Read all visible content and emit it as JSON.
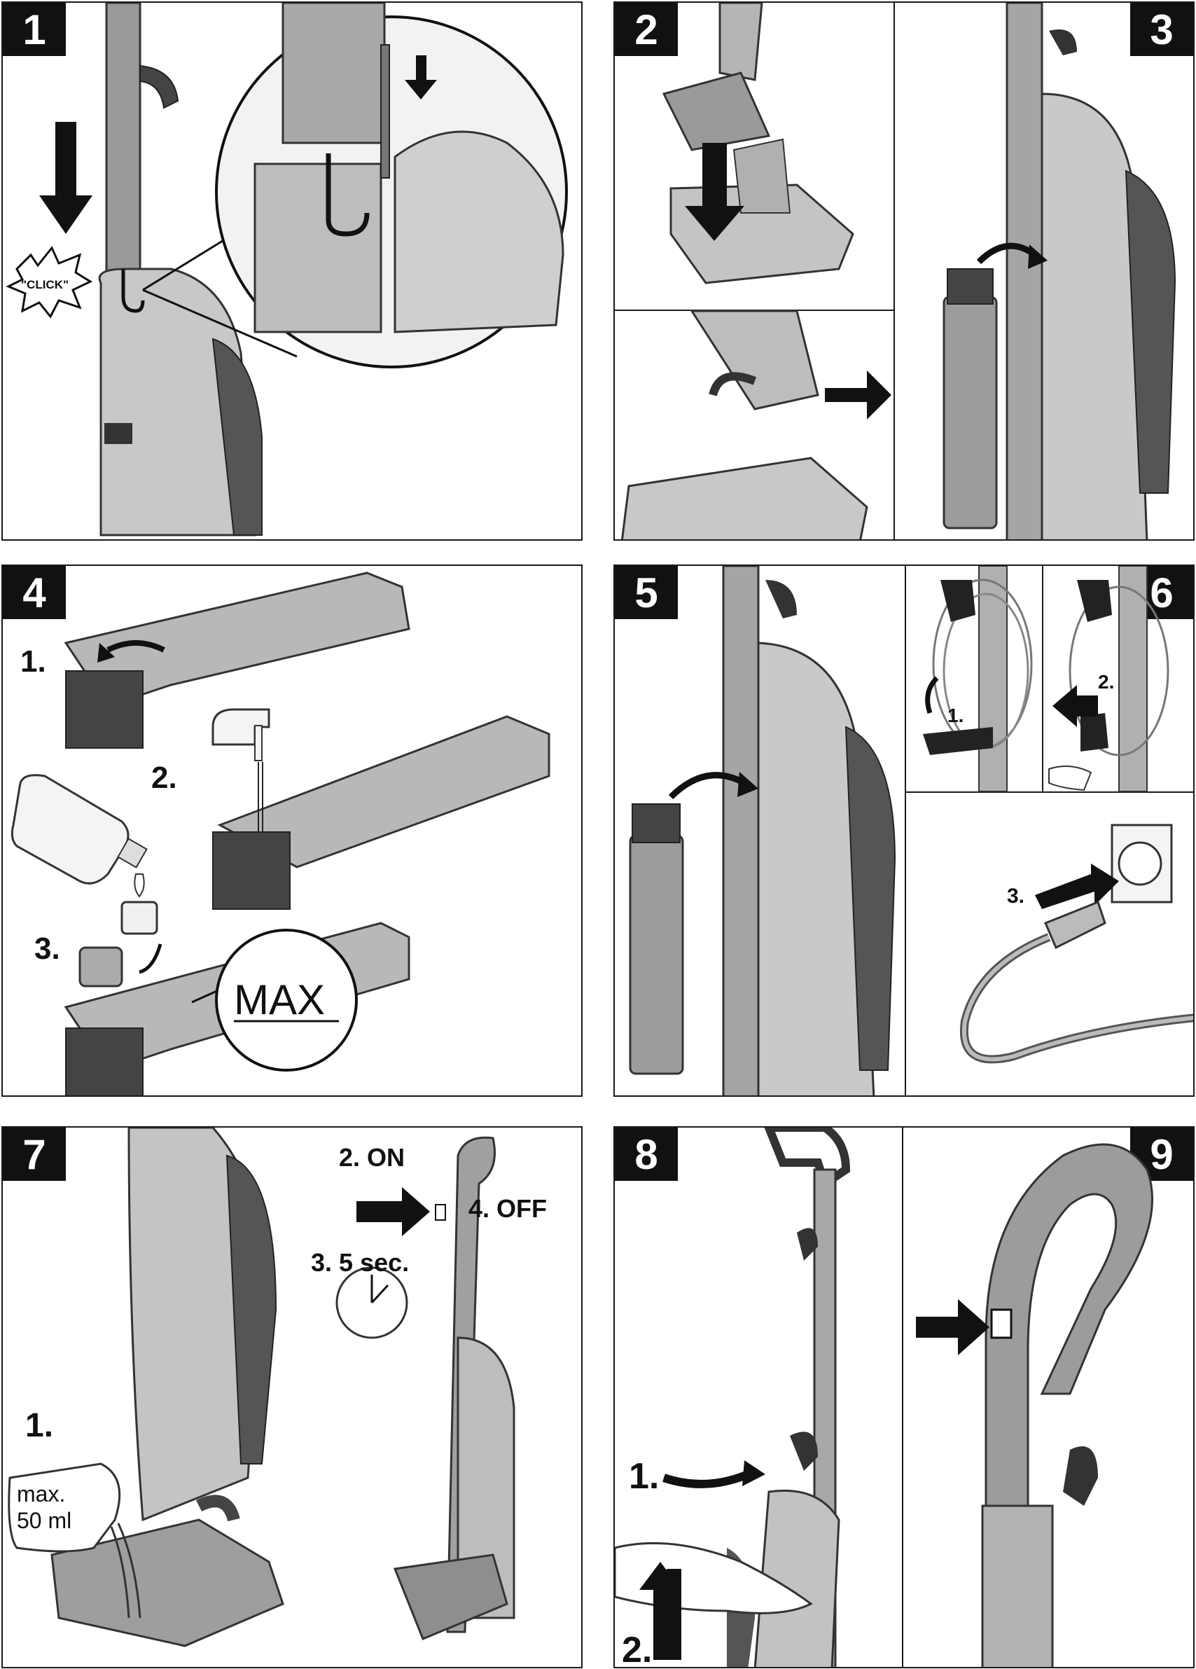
{
  "panels": {
    "p1": {
      "number": "1",
      "callout": "\"CLICK\""
    },
    "p2": {
      "number": "2"
    },
    "p3": {
      "number": "3"
    },
    "p4": {
      "number": "4",
      "step1": "1.",
      "step2": "2.",
      "step3": "3.",
      "max": "MAX"
    },
    "p5": {
      "number": "5"
    },
    "p6": {
      "number": "6",
      "step1": "1.",
      "step2": "2.",
      "step3": "3."
    },
    "p7": {
      "number": "7",
      "step1": "1.",
      "cup_line1": "max.",
      "cup_line2": "50 ml",
      "on": "2. ON",
      "off": "4. OFF",
      "wait": "3. 5 sec."
    },
    "p8": {
      "number": "8",
      "step1": "1.",
      "step2": "2."
    },
    "p9": {
      "number": "9"
    }
  }
}
